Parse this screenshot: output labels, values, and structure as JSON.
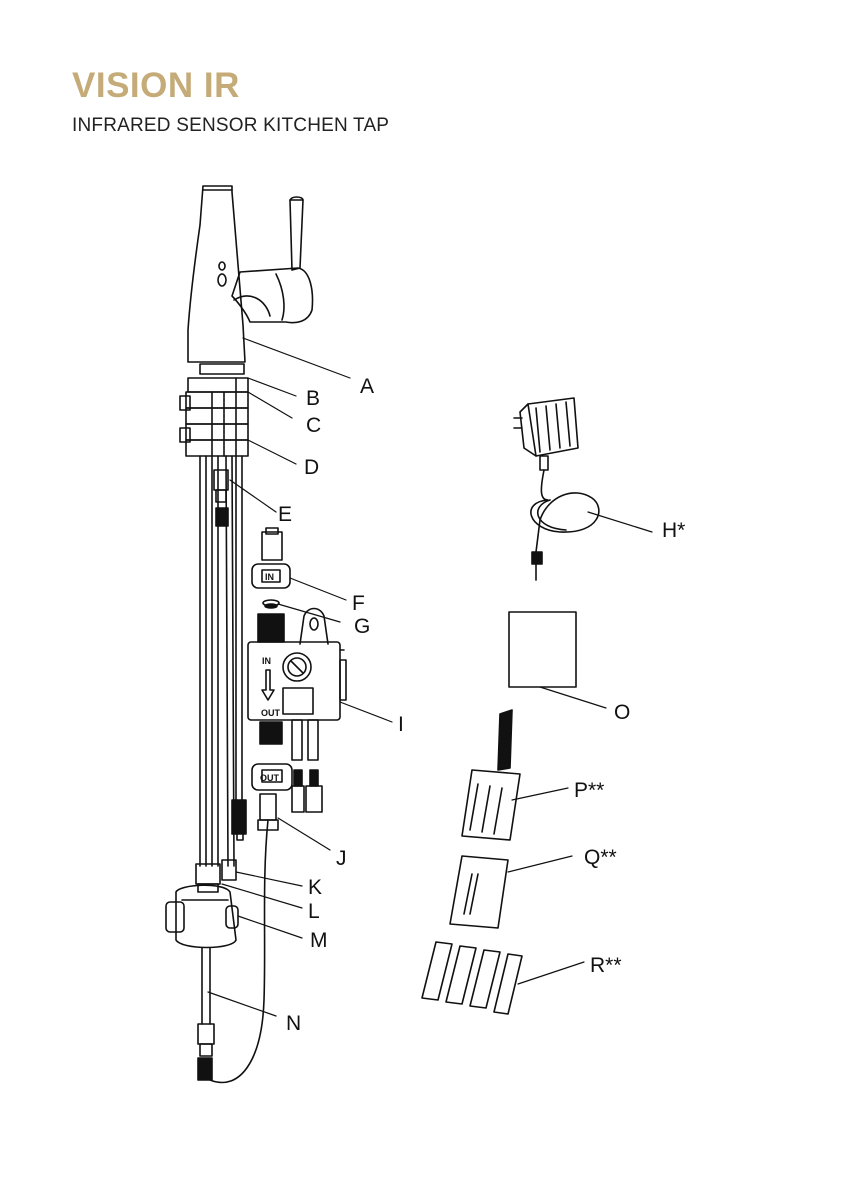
{
  "header": {
    "title": "VISION IR",
    "subtitle": "INFRARED SENSOR KITCHEN TAP"
  },
  "colors": {
    "title": "#c4ab78",
    "line": "#111111"
  },
  "parts": {
    "A": "A",
    "B": "B",
    "C": "C",
    "D": "D",
    "E": "E",
    "F": "F",
    "G": "G",
    "H": "H*",
    "I": "I",
    "J": "J",
    "K": "K",
    "L": "L",
    "M": "M",
    "N": "N",
    "O": "O",
    "P": "P**",
    "Q": "Q**",
    "R": "R**"
  },
  "control_box": {
    "in_label": "IN",
    "out_label": "OUT",
    "connector_out_label": "OUT",
    "connector_in_label": "IN"
  }
}
